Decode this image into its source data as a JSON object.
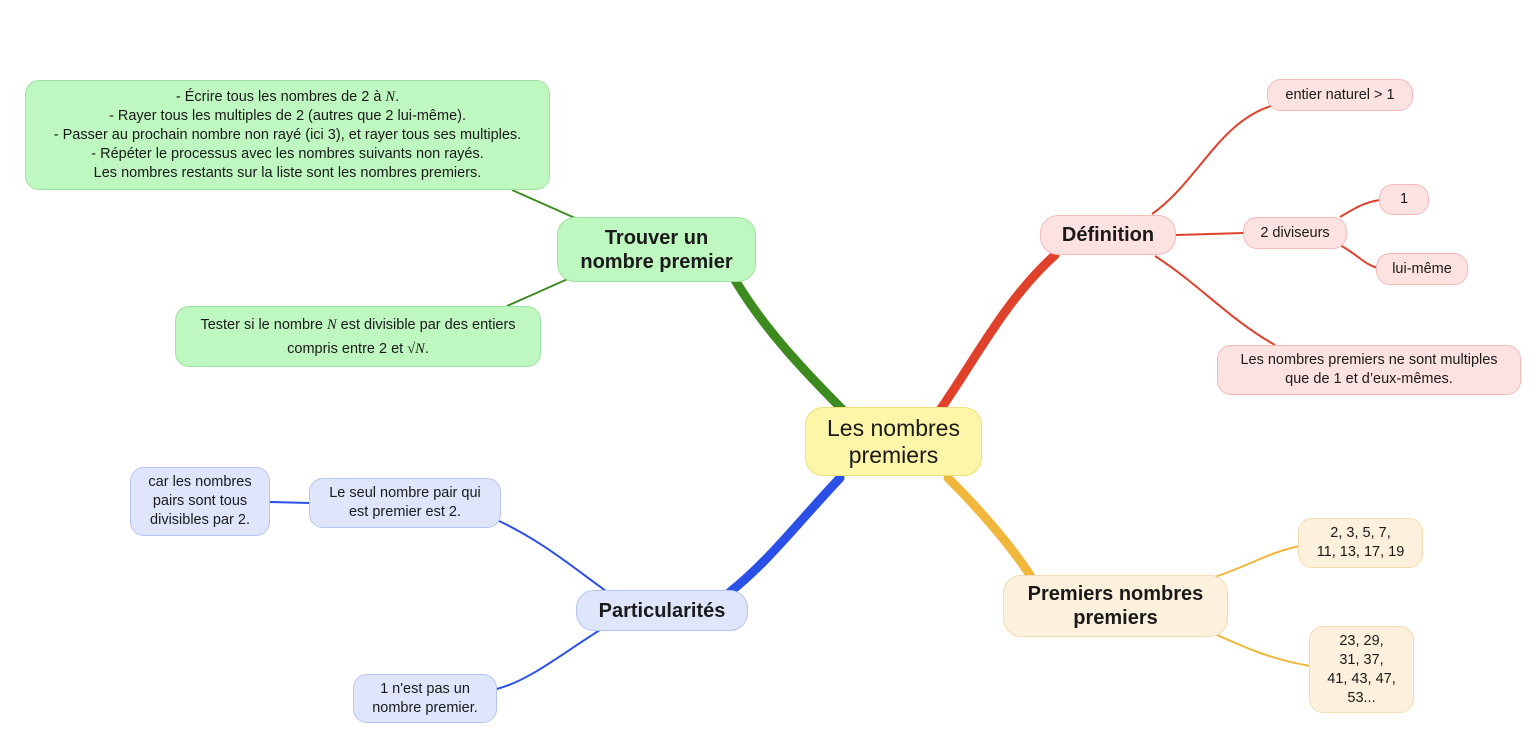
{
  "root": {
    "lines": [
      "Les nombres",
      "premiers"
    ]
  },
  "branches": {
    "trouver": {
      "title_lines": [
        "Trouver un",
        "nombre premier"
      ],
      "color": "#3d8b1f",
      "crible": {
        "line1_prefix": "- Écrire tous les nombres de 2 à ",
        "line1_var": "N",
        "line1_suffix": ".",
        "line2": "- Rayer tous les multiples de 2 (autres que 2 lui-même).",
        "line3": "- Passer au prochain nombre non rayé (ici 3), et rayer tous ses multiples.",
        "line4": "- Répéter le processus avec les nombres suivants non rayés.",
        "line5": "Les nombres restants sur la liste sont les nombres premiers."
      },
      "tester": {
        "line1_prefix": "Tester si le nombre ",
        "line1_var": "N",
        "line1_suffix": " est divisible par des entiers",
        "line2_prefix": "compris entre 2 et ",
        "line2_sqrt": "√",
        "line2_var": "N",
        "line2_suffix": "."
      }
    },
    "definition": {
      "title": "Définition",
      "color": "#e0412b",
      "entier": "entier naturel > 1",
      "diviseurs": "2 diviseurs",
      "un": "1",
      "lui_meme": "lui-même",
      "multiples_lines": [
        "Les nombres premiers ne sont multiples",
        "que de 1 et d’eux-mêmes."
      ]
    },
    "particularites": {
      "title": "Particularités",
      "color": "#2a50e8",
      "seul_pair_lines": [
        "Le seul nombre pair qui",
        "est premier est 2."
      ],
      "car_pairs_lines": [
        "car les nombres",
        "pairs sont tous",
        "divisibles par 2."
      ],
      "un_pas_lines": [
        "1 n'est pas un",
        "nombre premier."
      ]
    },
    "premiers": {
      "title_lines": [
        "Premiers nombres",
        "premiers"
      ],
      "color": "#f1b73c",
      "liste1_lines": [
        "2, 3, 5, 7,",
        "11, 13, 17, 19"
      ],
      "liste2_lines": [
        "23, 29,",
        "31, 37,",
        "41, 43, 47,",
        "53..."
      ]
    }
  }
}
